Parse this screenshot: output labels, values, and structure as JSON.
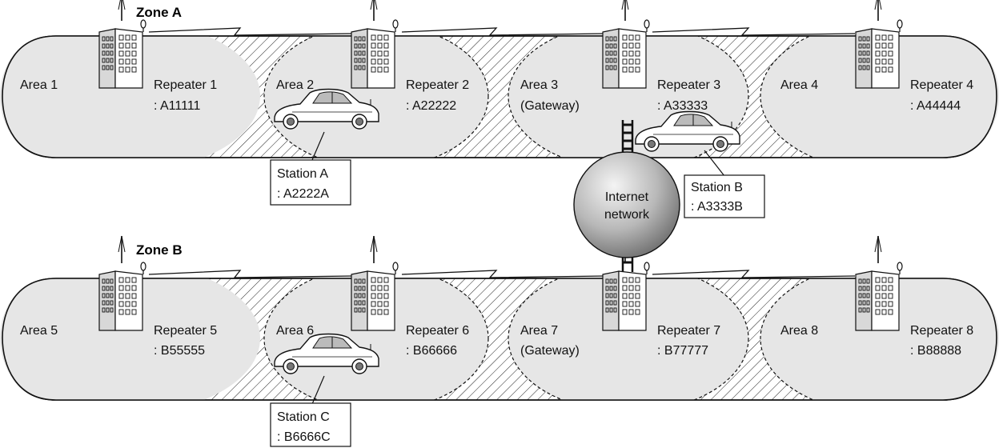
{
  "zones": [
    {
      "title": "Zone A",
      "areas": [
        {
          "name": "Area 1"
        },
        {
          "name": "Area 2"
        },
        {
          "name": "Area 3",
          "note": "(Gateway)"
        },
        {
          "name": "Area 4"
        }
      ],
      "repeaters": [
        {
          "name": "Repeater 1",
          "callsign": ": A11111"
        },
        {
          "name": "Repeater 2",
          "callsign": ": A22222"
        },
        {
          "name": "Repeater 3",
          "callsign": ": A33333"
        },
        {
          "name": "Repeater 4",
          "callsign": ": A44444"
        }
      ],
      "stations": [
        {
          "name": "Station A",
          "callsign": ": A2222A"
        },
        {
          "name": "Station B",
          "callsign": ": A3333B"
        }
      ]
    },
    {
      "title": "Zone B",
      "areas": [
        {
          "name": "Area 5"
        },
        {
          "name": "Area 6"
        },
        {
          "name": "Area 7",
          "note": "(Gateway)"
        },
        {
          "name": "Area 8"
        }
      ],
      "repeaters": [
        {
          "name": "Repeater 5",
          "callsign": ": B55555"
        },
        {
          "name": "Repeater 6",
          "callsign": ": B66666"
        },
        {
          "name": "Repeater 7",
          "callsign": ": B77777"
        },
        {
          "name": "Repeater 8",
          "callsign": ": B88888"
        }
      ],
      "stations": [
        {
          "name": "Station C",
          "callsign": ": B6666C"
        }
      ]
    }
  ],
  "internet": {
    "line1": "Internet",
    "line2": "network"
  }
}
